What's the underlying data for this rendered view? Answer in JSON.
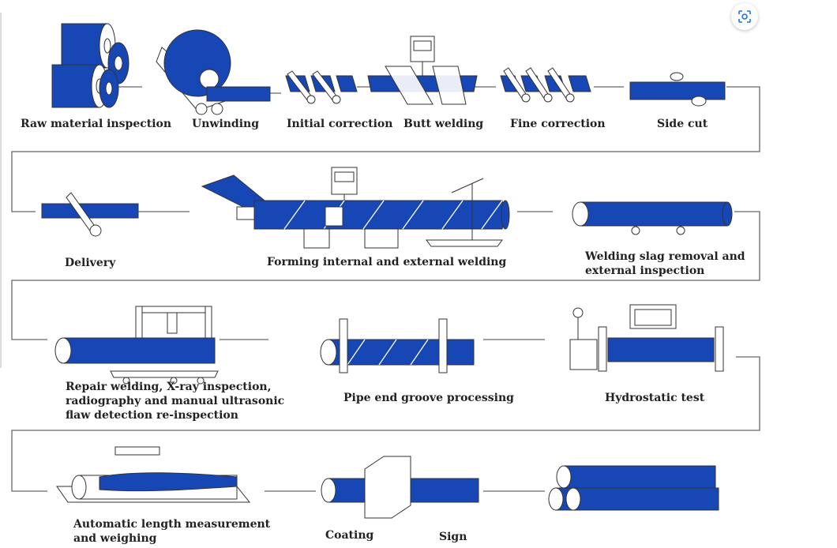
{
  "colors": {
    "pipe": "#1747b5",
    "line": "#555555",
    "outline": "#333333"
  },
  "steps": {
    "raw_material_inspection": "Raw material inspection",
    "unwinding": "Unwinding",
    "initial_correction": "Initial correction",
    "butt_welding": "Butt welding",
    "fine_correction": "Fine correction",
    "side_cut": "Side cut",
    "delivery": "Delivery",
    "forming_welding": "Forming internal and external welding",
    "slag_removal_1": "Welding slag removal and",
    "slag_removal_2": "external inspection",
    "repair_1": "Repair welding, X-ray inspection,",
    "repair_2": "radiography and manual ultrasonic",
    "repair_3": "flaw detection re-inspection",
    "groove": "Pipe end groove processing",
    "hydrostatic": "Hydrostatic test",
    "length_1": "Automatic length measurement",
    "length_2": "and weighing",
    "coating": "Coating",
    "sign": "Sign"
  },
  "lens_button": {
    "icon": "lens-icon"
  }
}
